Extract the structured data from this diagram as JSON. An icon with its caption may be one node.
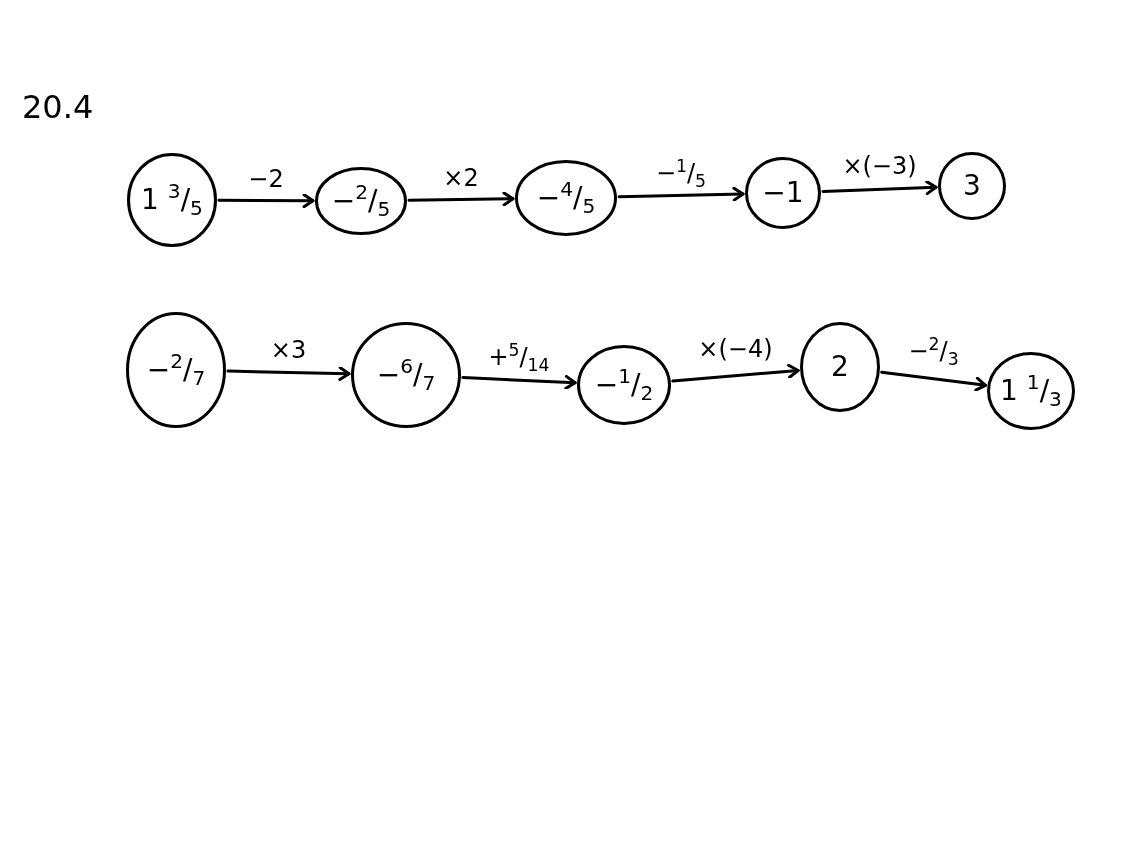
{
  "diagram": {
    "title": "20.4",
    "nodes": [
      {
        "text": [
          "1 $^{3}$/$_{5}$"
        ]
      },
      {
        "text": [
          "−$^{2}$/$_{5}$"
        ]
      },
      {
        "text": [
          "−$^{4}$/$_{5}$"
        ]
      },
      {
        "text": [
          "−1"
        ]
      },
      {
        "text": [
          "3"
        ]
      },
      {
        "text": [
          "−$^{2}$/$_{7}$"
        ]
      },
      {
        "text": [
          "−$^{6}$/$_{7}$"
        ]
      },
      {
        "text": [
          "−$^{1}$/$_{2}$"
        ]
      },
      {
        "text": [
          "2"
        ]
      },
      {
        "text": [
          "1 $^{1}$/$_{3}$"
        ]
      }
    ],
    "edges": [
      {
        "from": 0,
        "to": 1,
        "arrow": "to",
        "label": "−2"
      },
      {
        "from": 1,
        "to": 2,
        "arrow": "to",
        "label": "×2"
      },
      {
        "from": 2,
        "to": 3,
        "arrow": "to",
        "label": "−$^{1}$/$_{5}$"
      },
      {
        "from": 3,
        "to": 4,
        "arrow": "to",
        "label": "×(−3)"
      },
      {
        "from": 5,
        "to": 6,
        "arrow": "to",
        "label": "×3"
      },
      {
        "from": 6,
        "to": 7,
        "arrow": "to",
        "label": "+$^{5}$/$_{14}$"
      },
      {
        "from": 7,
        "to": 8,
        "arrow": "to",
        "label": "×(−4)"
      },
      {
        "from": 8,
        "to": 9,
        "arrow": "to",
        "label": "−$^{2}$/$_{3}$"
      }
    ]
  }
}
